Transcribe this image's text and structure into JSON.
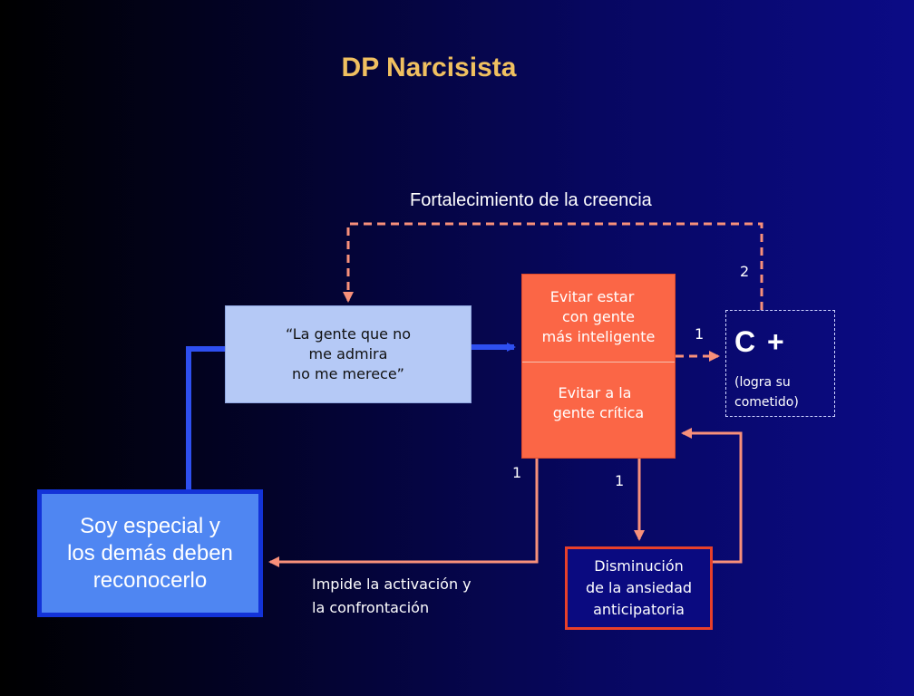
{
  "title": "DP Narcisista",
  "feedback_label": "Fortalecimiento  de la creencia",
  "belief": {
    "lines": [
      "“La gente que no",
      "me admira",
      "no me merece”"
    ]
  },
  "avoid": {
    "top_lines": [
      "Evitar estar",
      "con gente",
      "más inteligente"
    ],
    "bottom_lines": [
      "Evitar a la",
      "gente crítica"
    ]
  },
  "core": {
    "lines": [
      "Soy especial y",
      "los demás deben",
      "reconocerlo"
    ]
  },
  "anxiety": {
    "lines": [
      "Disminución",
      "de la ansiedad",
      "anticipatoria"
    ]
  },
  "consequence": {
    "main": "C +",
    "sub_lines": [
      "(logra su",
      "cometido)"
    ]
  },
  "impide": {
    "lines": [
      "Impide la activación y",
      "la confrontación"
    ]
  },
  "numbers": {
    "to_c": "1",
    "c_loop": "2",
    "left_down": "1",
    "to_anxiety": "1"
  },
  "colors": {
    "blue_arrow": "#2e4ff0",
    "salmon_arrow": "#f8907a",
    "dashed_arrow": "#f8907a",
    "title": "#f0c060"
  }
}
